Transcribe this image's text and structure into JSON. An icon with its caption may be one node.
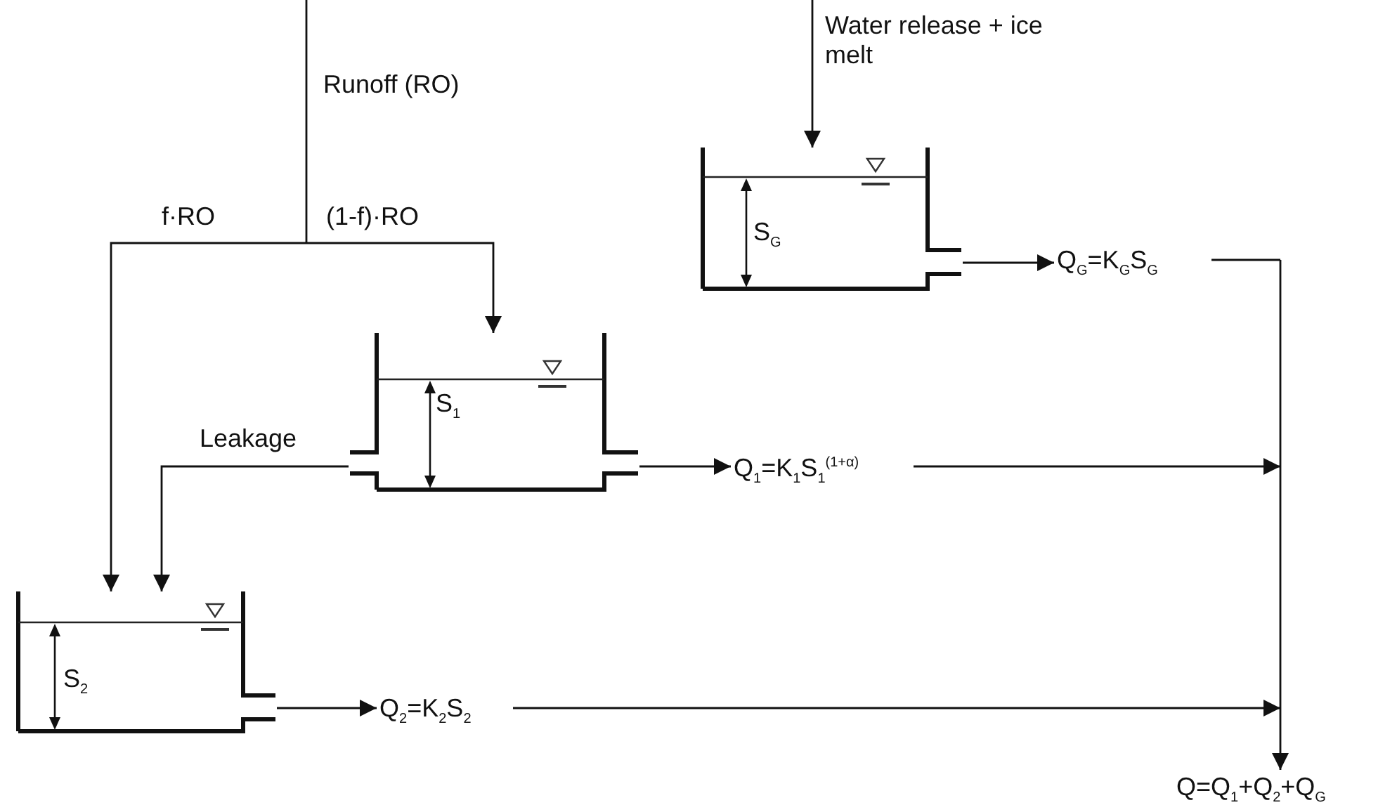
{
  "diagram": {
    "nodes": [
      {
        "text": [
          "S$_{1}$"
        ]
      },
      {
        "text": [
          "S$_{2}$"
        ]
      },
      {
        "text": [
          "S$_{G}$"
        ]
      },
      {
        "text": [
          "Q$_{1}$=K$_{1}$S$_{1}$$^{(1+α)}$"
        ]
      },
      {
        "text": [
          "Q$_{2}$=K$_{2}$S$_{2}$"
        ]
      },
      {
        "text": [
          "Q$_{G}$=K$_{G}$S$_{G}$"
        ]
      },
      {
        "text": [
          "Q=Q$_{1}$+Q$_{2}$+Q$_{G}$"
        ]
      }
    ],
    "edges": [
      {
        "from": null,
        "to": 0,
        "arrow": "to",
        "label": "(1-f)·RO"
      },
      {
        "from": null,
        "to": 1,
        "arrow": "to",
        "label": "f·RO"
      },
      {
        "from": null,
        "to": 2,
        "arrow": "to",
        "label": "Water release + ice melt"
      },
      {
        "from": 0,
        "to": 1,
        "arrow": "to",
        "label": "Leakage"
      },
      {
        "from": 0,
        "to": 3,
        "arrow": "to"
      },
      {
        "from": 1,
        "to": 4,
        "arrow": "to"
      },
      {
        "from": 2,
        "to": 5,
        "arrow": "to"
      },
      {
        "from": 3,
        "to": 6,
        "arrow": "to"
      },
      {
        "from": 4,
        "to": 6,
        "arrow": "to"
      },
      {
        "from": 5,
        "to": 6,
        "arrow": "to"
      }
    ],
    "labels": [
      "Runoff (RO)"
    ]
  }
}
